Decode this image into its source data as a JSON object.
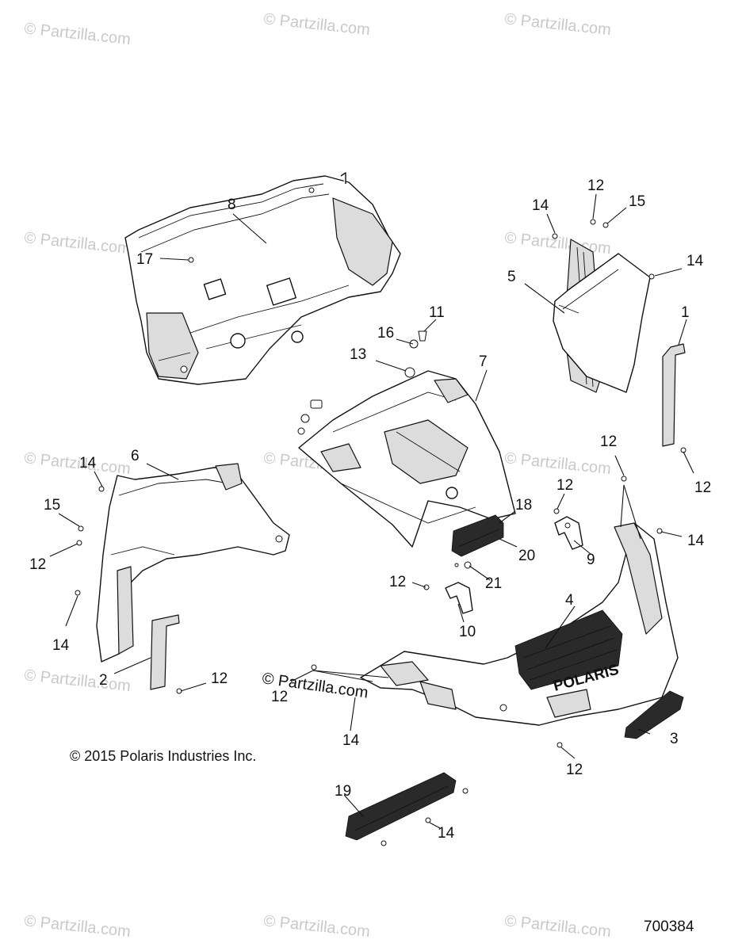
{
  "watermark_text": "© Partzilla.com",
  "copyright": "© 2015 Polaris Industries Inc.",
  "overlay_watermark": "© Partzilla.com",
  "reference_number": "700384",
  "callouts": {
    "c1": "1",
    "c2": "2",
    "c3": "3",
    "c4": "4",
    "c5": "5",
    "c6": "6",
    "c7": "7",
    "c8": "8",
    "c9": "9",
    "c10": "10",
    "c11": "11",
    "c12a": "12",
    "c12b": "12",
    "c12c": "12",
    "c12d": "12",
    "c12e": "12",
    "c12f": "12",
    "c12g": "12",
    "c12h": "12",
    "c12i": "12",
    "c13": "13",
    "c14a": "14",
    "c14b": "14",
    "c14c": "14",
    "c14d": "14",
    "c14e": "14",
    "c14f": "14",
    "c14g": "14",
    "c15a": "15",
    "c15b": "15",
    "c16": "16",
    "c17": "17",
    "c18": "18",
    "c19": "19",
    "c20": "20",
    "c21": "21"
  },
  "bumper_logo": "POLARIS"
}
